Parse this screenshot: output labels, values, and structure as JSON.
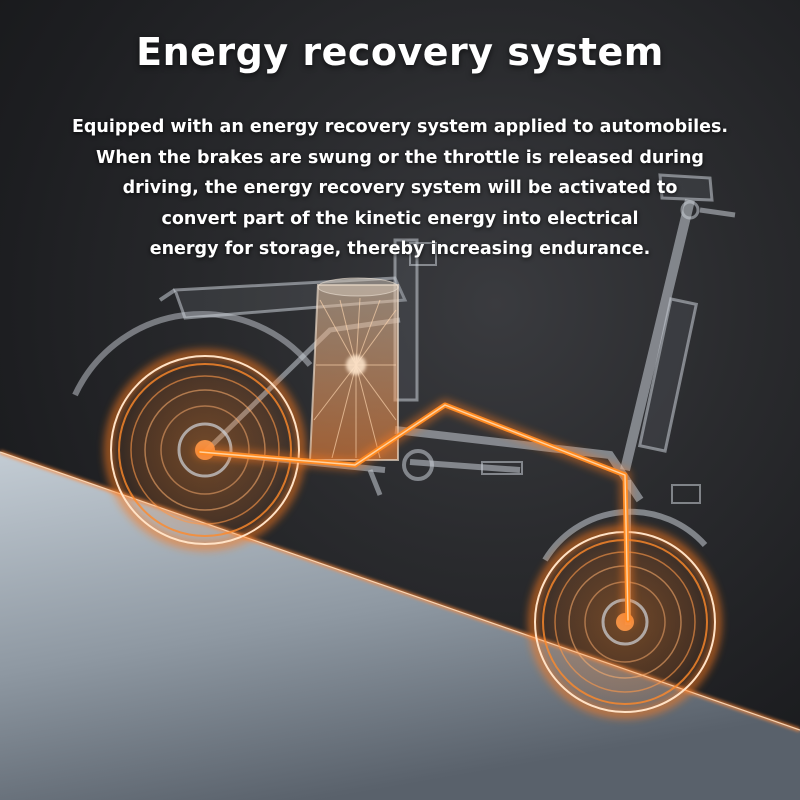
{
  "headline": "Energy recovery system",
  "description_lines": [
    "Equipped with an energy recovery system applied to automobiles.",
    "When the brakes are swung or the throttle is released during",
    "driving, the energy recovery system will be activated to",
    "convert part of the kinetic energy into electrical",
    "energy for storage, thereby increasing endurance."
  ],
  "colors": {
    "background": "#232427",
    "accent_orange": "#ff7a1a",
    "glow": "#ffd2a0",
    "frame_xray": "#c9ced6",
    "slope_light": "#b9c3cc",
    "slope_dark": "#5e6670"
  },
  "illustration": {
    "subject": "x-ray-ebike-icon",
    "energy_path": "orange-energy-flow-icon",
    "battery": "battery-pack-icon"
  }
}
